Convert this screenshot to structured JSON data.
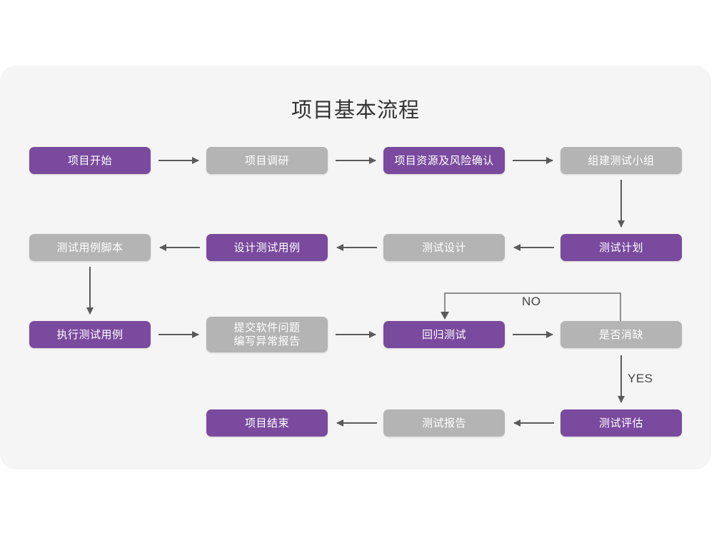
{
  "card": {
    "title": "项目基本流程",
    "background_color": "#f5f5f5"
  },
  "colors": {
    "accent_purple": "#7a4a9e",
    "muted_gray": "#b4b4b4",
    "arrow": "#5a5a5a",
    "page_background": "#ffffff",
    "title_text": "#333333"
  },
  "flow": {
    "rows": [
      {
        "row": 1,
        "nodes": [
          {
            "id": "project-start",
            "label": "项目开始",
            "style": "purple"
          },
          {
            "id": "project-research",
            "label": "项目调研",
            "style": "gray"
          },
          {
            "id": "resource-risk",
            "label": "项目资源及风险确认",
            "style": "purple"
          },
          {
            "id": "build-team",
            "label": "组建测试小组",
            "style": "gray"
          }
        ]
      },
      {
        "row": 2,
        "nodes": [
          {
            "id": "case-script",
            "label": "测试用例脚本",
            "style": "gray"
          },
          {
            "id": "design-case",
            "label": "设计测试用例",
            "style": "purple"
          },
          {
            "id": "test-design",
            "label": "测试设计",
            "style": "gray"
          },
          {
            "id": "test-plan",
            "label": "测试计划",
            "style": "purple"
          }
        ]
      },
      {
        "row": 3,
        "nodes": [
          {
            "id": "execute-case",
            "label": "执行测试用例",
            "style": "purple"
          },
          {
            "id": "submit-bug",
            "label": "提交软件问题\n编写异常报告",
            "style": "gray"
          },
          {
            "id": "regression",
            "label": "回归测试",
            "style": "purple"
          },
          {
            "id": "defect-clear",
            "label": "是否消缺",
            "style": "gray"
          }
        ]
      },
      {
        "row": 4,
        "nodes": [
          {
            "id": "project-end",
            "label": "项目结束",
            "style": "purple"
          },
          {
            "id": "test-report",
            "label": "测试报告",
            "style": "gray"
          },
          {
            "id": "test-evaluation",
            "label": "测试评估",
            "style": "purple"
          }
        ]
      }
    ],
    "edge_labels": {
      "no": "NO",
      "yes": "YES"
    }
  }
}
